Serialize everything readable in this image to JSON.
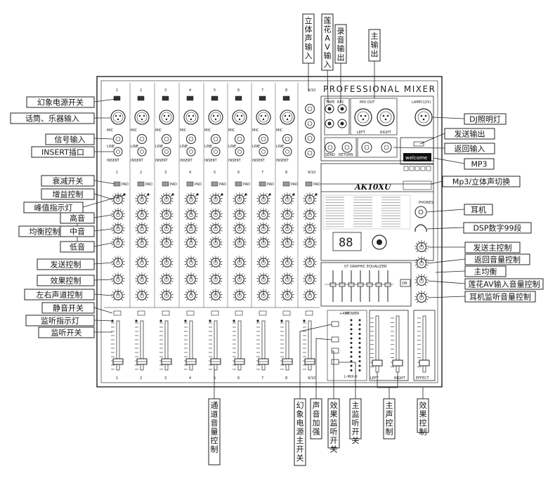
{
  "panel": {
    "title": "PROFESSIONAL MIXER",
    "model": "AK10XU",
    "channel_numbers": [
      "1",
      "2",
      "3",
      "4",
      "5",
      "6",
      "7",
      "8",
      "9/10"
    ],
    "stereo_channel": "9/10",
    "dsp_display": "88",
    "mp3_screen_text": "welcome",
    "on_label": "ON",
    "small_labels": {
      "mic": "MIC",
      "line": "LINE",
      "insert": "INSERT",
      "pad": "PAD",
      "tape": "TAPE",
      "rec": "REC",
      "mix_out": "MIX OUT",
      "left": "LEFT",
      "right": "RIGHT",
      "lamp": "LAMP(12V)",
      "send": "SEND",
      "return": "RETURN",
      "phones": "PHONES",
      "eq_title": "07 GRAPHIC EQUALIZER",
      "effect": "EFFECT",
      "lmix_r": "L-MIX-R",
      "power": "POWER",
      "sixty_phantom": "+48V"
    }
  },
  "labels_left": [
    {
      "id": "phantom-switch",
      "text": "幻象电源开关"
    },
    {
      "id": "mic-input",
      "text": "话筒、乐器输入"
    },
    {
      "id": "signal-input",
      "text": "信号输入"
    },
    {
      "id": "insert-jack",
      "text": "INSERT插口"
    },
    {
      "id": "pad-switch",
      "text": "衰减开关"
    },
    {
      "id": "gain-control",
      "text": "增益控制"
    },
    {
      "id": "peak-led",
      "text": "峰值指示灯"
    },
    {
      "id": "treble",
      "text": "高音"
    },
    {
      "id": "eq-control",
      "text": "均衡控制"
    },
    {
      "id": "mid",
      "text": "中音"
    },
    {
      "id": "bass",
      "text": "低音"
    },
    {
      "id": "send-control",
      "text": "发送控制"
    },
    {
      "id": "effect-control",
      "text": "效果控制"
    },
    {
      "id": "pan-control",
      "text": "左右声道控制"
    },
    {
      "id": "mute-switch",
      "text": "静音开关"
    },
    {
      "id": "monitor-led",
      "text": "监听指示灯"
    },
    {
      "id": "monitor-switch",
      "text": "监听开关"
    }
  ],
  "labels_right": [
    {
      "id": "dj-lamp",
      "text": "DJ照明灯"
    },
    {
      "id": "send-output",
      "text": "发送输出"
    },
    {
      "id": "return-input",
      "text": "返回输入"
    },
    {
      "id": "mp3",
      "text": "MP3"
    },
    {
      "id": "mp3-stereo-switch",
      "text": "Mp3/立体声切换"
    },
    {
      "id": "headphone",
      "text": "耳机"
    },
    {
      "id": "dsp-99",
      "text": "DSP数字99段"
    },
    {
      "id": "send-master",
      "text": "发送主控制"
    },
    {
      "id": "return-volume",
      "text": "返回音量控制"
    },
    {
      "id": "main-balance",
      "text": "主均衡"
    },
    {
      "id": "rca-av-volume",
      "text": "莲花AV输入音量控制"
    },
    {
      "id": "headphone-volume",
      "text": "耳机监听音量控制"
    }
  ],
  "labels_top": [
    {
      "id": "stereo-input",
      "text": "立体声输入"
    },
    {
      "id": "rca-av-input",
      "text": "莲花AV输入"
    },
    {
      "id": "record-output",
      "text": "录音输出"
    },
    {
      "id": "main-output",
      "text": "主输出"
    }
  ],
  "labels_bottom": [
    {
      "id": "channel-volume",
      "text": "通道音量控制"
    },
    {
      "id": "phantom-master",
      "text": "幻象电源主开关"
    },
    {
      "id": "sound-boost",
      "text": "声音加强"
    },
    {
      "id": "effect-monitor",
      "text": "效果监听开关"
    },
    {
      "id": "main-monitor",
      "text": "主监听开关"
    },
    {
      "id": "main-volume",
      "text": "主声控制"
    },
    {
      "id": "effect-volume",
      "text": "效果控制"
    }
  ]
}
